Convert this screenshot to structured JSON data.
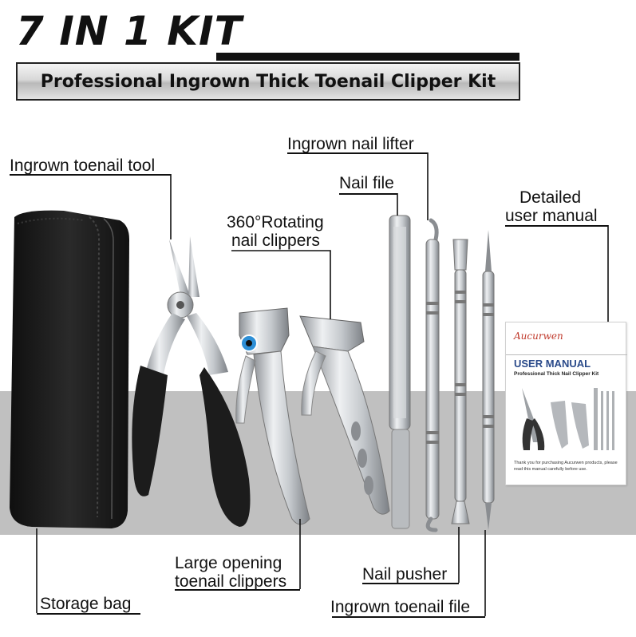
{
  "header": {
    "kit_title": "7 IN 1 KIT",
    "banner_title": "Professional Ingrown Thick Toenail Clipper Kit"
  },
  "labels": {
    "ingrown_toenail_tool": "Ingrown toenail tool",
    "ingrown_nail_lifter": "Ingrown nail lifter",
    "nail_file": "Nail file",
    "rotating_clippers_line1": "360°Rotating",
    "rotating_clippers_line2": "nail clippers",
    "detailed_manual_line1": "Detailed",
    "detailed_manual_line2": "user manual",
    "large_opening_line1": "Large opening",
    "large_opening_line2": "toenail clippers",
    "nail_pusher": "Nail pusher",
    "storage_bag": "Storage bag",
    "ingrown_toenail_file": "Ingrown toenail file"
  },
  "manual": {
    "brand": "Aucurwen",
    "title": "USER MANUAL",
    "subtitle": "Professional Thick Nail Clipper Kit",
    "footer": "Thank you for purchasing Aucurwen products, please read this manual carefully before use."
  },
  "colors": {
    "title_text": "#111111",
    "gray_band": "#c0c0c0",
    "steel": "#c9ccd0",
    "handle_black": "#1c1c1c",
    "manual_title": "#2a4a8a",
    "manual_brand": "#c0392b",
    "clipper_eye": "#2e8fd6"
  }
}
